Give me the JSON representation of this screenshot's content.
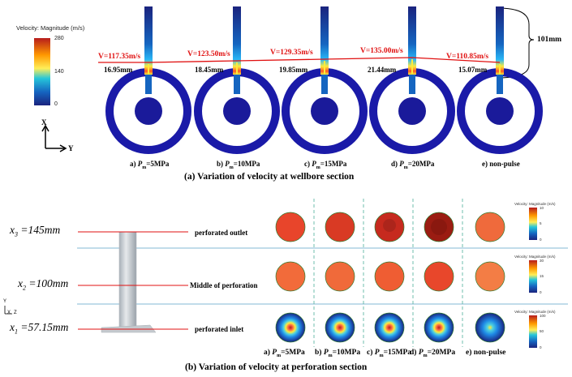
{
  "part_a": {
    "legend": {
      "title": "Velocity: Magnitude (m/s)",
      "max": "280",
      "mid": "140",
      "min": "0"
    },
    "axis": {
      "y_label": "X",
      "x_label": "Y"
    },
    "velocity_labels": [
      "V=117.35m/s",
      "V=123.50m/s",
      "V=129.35m/s",
      "V=135.00m/s",
      "V=110.85m/s"
    ],
    "distance_labels": [
      "16.95mm",
      "18.45mm",
      "19.85mm",
      "21.44mm",
      "15.07mm"
    ],
    "bracket_label": "101mm",
    "panels": [
      {
        "letter": "a)",
        "sub": "m",
        "value": "=5MPa"
      },
      {
        "letter": "b)",
        "sub": "m",
        "value": "=10MPa"
      },
      {
        "letter": "c)",
        "sub": "m",
        "value": "=15MPa"
      },
      {
        "letter": "d)",
        "sub": "m",
        "value": "=20MPa"
      },
      {
        "letter": "e)",
        "plain": "non-pulse"
      }
    ],
    "caption": "(a)  Variation of velocity at wellbore section"
  },
  "part_b": {
    "x3": {
      "var": "x",
      "sub": "3",
      "rest": " =145mm"
    },
    "x2": {
      "var": "x",
      "sub": "2",
      "rest": " =100mm"
    },
    "x1": {
      "var": "x",
      "sub": "1",
      "rest": " =57.15mm"
    },
    "rows": [
      "perforated outlet",
      "Middle of perforation",
      "perforated inlet"
    ],
    "legends": [
      {
        "title": "Velocity: Magnitude (m/s)",
        "max": "10",
        "mid": "5",
        "min": "0"
      },
      {
        "title": "Velocity: Magnitude (m/s)",
        "max": "30",
        "mid": "15",
        "min": "0"
      },
      {
        "title": "Velocity: Magnitude (m/s)",
        "max": "100",
        "mid": "50",
        "min": "0"
      }
    ],
    "axes": {
      "y": "Y",
      "z": "Z",
      "x": "X"
    },
    "bottom_labels": [
      {
        "letter": "a) ",
        "sub": "m",
        "value": "=5MPa"
      },
      {
        "letter": "b) ",
        "sub": "m",
        "value": "=10MPa"
      },
      {
        "letter": "c) ",
        "sub": "m",
        "value": "=15MPa"
      },
      {
        "letter": "d) ",
        "sub": "m",
        "value": "=20MPa"
      },
      {
        "letter": "e) ",
        "plain": "non-pulse"
      }
    ],
    "caption": "(b) Variation of velocity at perforation section"
  },
  "colors": {
    "ring": "#1a1aa8",
    "core": "#1a1a9a",
    "red": "#e01010",
    "divider": "#5aa0c8"
  }
}
